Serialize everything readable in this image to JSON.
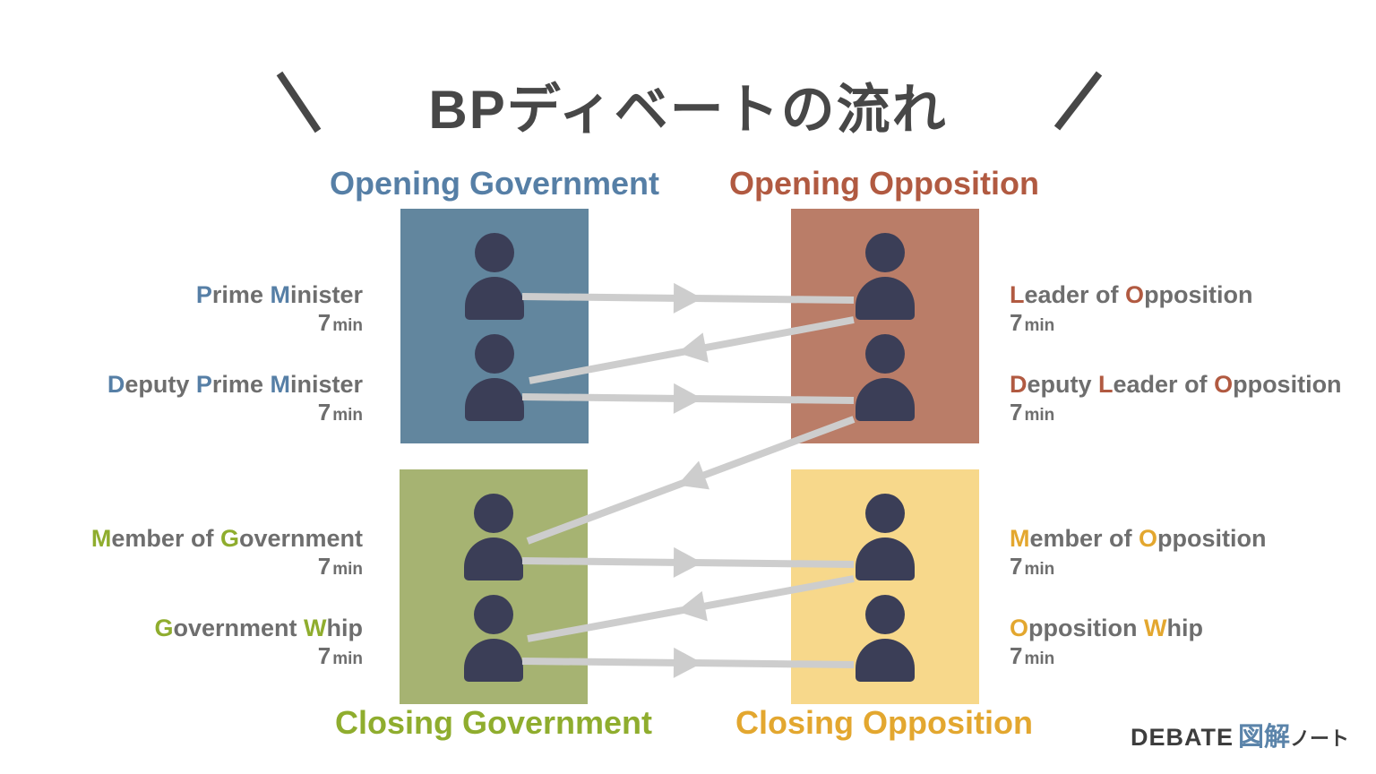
{
  "title": {
    "text": "BPディベートの流れ"
  },
  "teams": {
    "og": {
      "label": "Opening Government",
      "text_color": "#567fa6",
      "box_color": "#62869e"
    },
    "oo": {
      "label": "Opening Opposition",
      "text_color": "#b15a41",
      "box_color": "#ba7d68"
    },
    "cg": {
      "label": "Closing Government",
      "text_color": "#8fad2e",
      "box_color": "#a6b372"
    },
    "co": {
      "label": "Closing Opposition",
      "text_color": "#e3a72f",
      "box_color": "#f7d88b"
    }
  },
  "roles": [
    {
      "id": "pm",
      "team": "og",
      "side": "left",
      "row": 0,
      "full_name": "Prime Minister",
      "segments": [
        [
          "P",
          true
        ],
        [
          "rime ",
          false
        ],
        [
          "M",
          true
        ],
        [
          "inister",
          false
        ]
      ],
      "time": "7",
      "time_unit": "min"
    },
    {
      "id": "dpm",
      "team": "og",
      "side": "left",
      "row": 1,
      "full_name": "Deputy Prime Minister",
      "segments": [
        [
          "D",
          true
        ],
        [
          "eputy ",
          false
        ],
        [
          "P",
          true
        ],
        [
          "rime ",
          false
        ],
        [
          "M",
          true
        ],
        [
          "inister",
          false
        ]
      ],
      "time": "7",
      "time_unit": "min"
    },
    {
      "id": "lo",
      "team": "oo",
      "side": "right",
      "row": 0,
      "full_name": "Leader of Opposition",
      "segments": [
        [
          "L",
          true
        ],
        [
          "eader of ",
          false
        ],
        [
          "O",
          true
        ],
        [
          "pposition",
          false
        ]
      ],
      "time": "7",
      "time_unit": "min"
    },
    {
      "id": "dlo",
      "team": "oo",
      "side": "right",
      "row": 1,
      "full_name": "Deputy Leader of Opposition",
      "segments": [
        [
          "D",
          true
        ],
        [
          "eputy ",
          false
        ],
        [
          "L",
          true
        ],
        [
          "eader of ",
          false
        ],
        [
          "O",
          true
        ],
        [
          "pposition",
          false
        ]
      ],
      "time": "7",
      "time_unit": "min"
    },
    {
      "id": "mg",
      "team": "cg",
      "side": "left",
      "row": 2,
      "full_name": "Member of Government",
      "segments": [
        [
          "M",
          true
        ],
        [
          "ember of ",
          false
        ],
        [
          "G",
          true
        ],
        [
          "overnment",
          false
        ]
      ],
      "time": "7",
      "time_unit": "min"
    },
    {
      "id": "gw",
      "team": "cg",
      "side": "left",
      "row": 3,
      "full_name": "Government Whip",
      "segments": [
        [
          "G",
          true
        ],
        [
          "overnment ",
          false
        ],
        [
          "W",
          true
        ],
        [
          "hip",
          false
        ]
      ],
      "time": "7",
      "time_unit": "min"
    },
    {
      "id": "mo",
      "team": "co",
      "side": "right",
      "row": 2,
      "full_name": "Member of Opposition",
      "segments": [
        [
          "M",
          true
        ],
        [
          "ember of ",
          false
        ],
        [
          "O",
          true
        ],
        [
          "pposition",
          false
        ]
      ],
      "time": "7",
      "time_unit": "min"
    },
    {
      "id": "ow",
      "team": "co",
      "side": "right",
      "row": 3,
      "full_name": "Opposition Whip",
      "segments": [
        [
          "O",
          true
        ],
        [
          "pposition ",
          false
        ],
        [
          "W",
          true
        ],
        [
          "hip",
          false
        ]
      ],
      "time": "7",
      "time_unit": "min"
    }
  ],
  "flow": {
    "speaking_order": [
      {
        "from": "pm",
        "to": "lo"
      },
      {
        "from": "lo",
        "to": "dpm"
      },
      {
        "from": "dpm",
        "to": "dlo"
      },
      {
        "from": "dlo",
        "to": "mg"
      },
      {
        "from": "mg",
        "to": "mo"
      },
      {
        "from": "mo",
        "to": "gw"
      },
      {
        "from": "gw",
        "to": "ow"
      }
    ]
  },
  "logo": {
    "debate": "DEBATE",
    "zukai": "図解",
    "note": "ノート"
  },
  "colors": {
    "background": "#ffffff",
    "title_text": "#474747",
    "label_text": "#6e6e6e",
    "arrow": "#cdcdcd",
    "person": "#3b3e57",
    "logo_dark": "#3d3d3d",
    "logo_accent": "#5b84aa"
  }
}
